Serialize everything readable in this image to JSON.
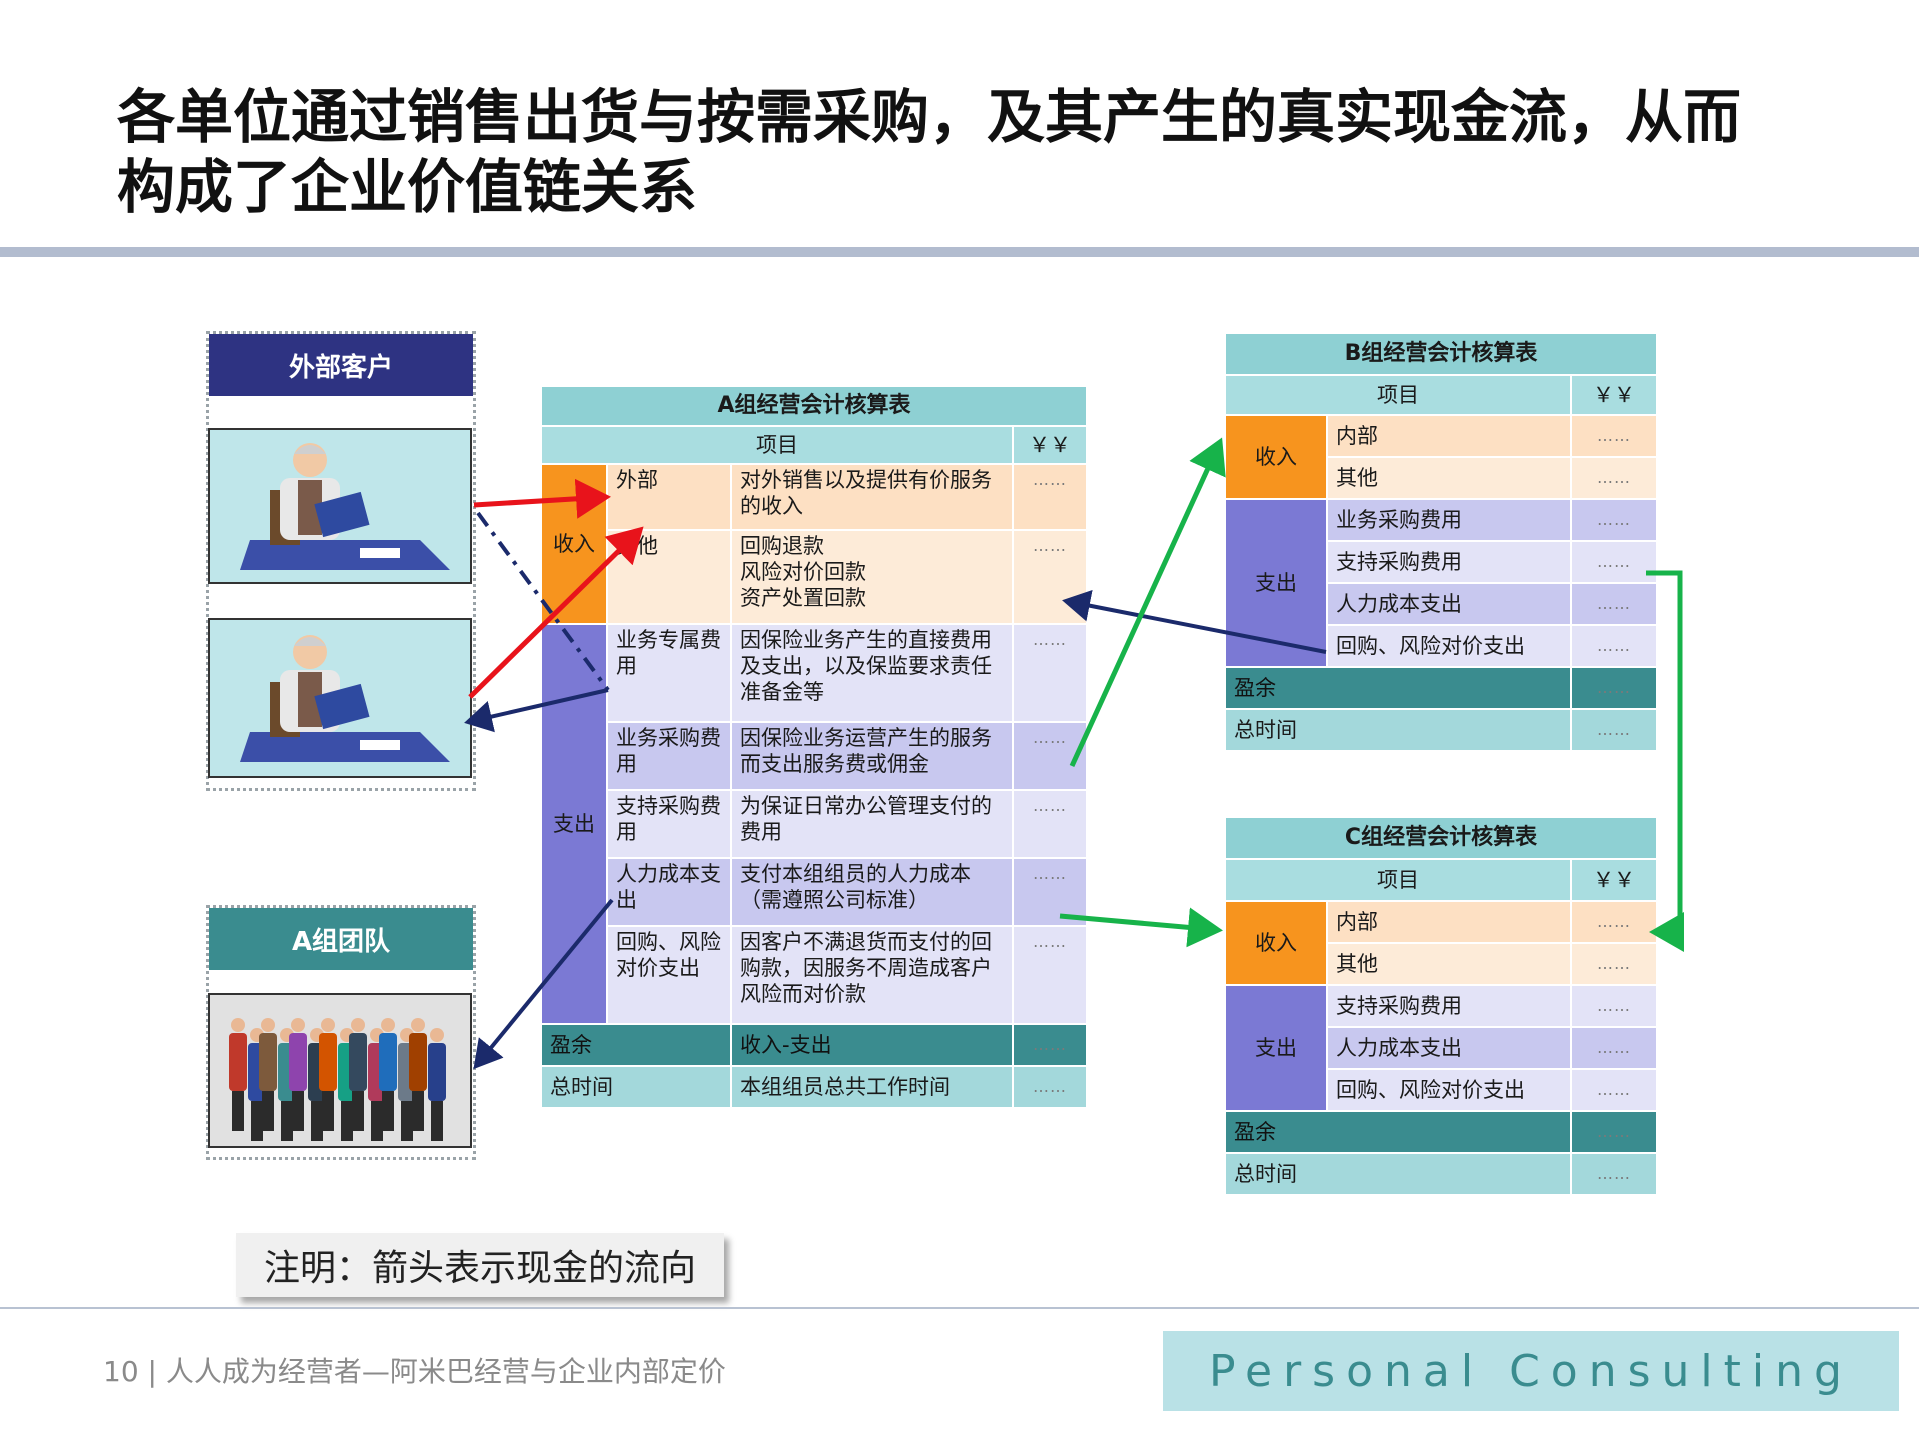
{
  "title": {
    "line1": "各单位通过销售出货与按需采购，及其产生的真实现金流，从而",
    "line2": "构成了企业价值链关系"
  },
  "left": {
    "customer_label": "外部客户",
    "team_label": "A组团队"
  },
  "tableA": {
    "title": "A组经营会计核算表",
    "col_item": "项目",
    "col_yen": "￥￥",
    "cat_income": "收入",
    "cat_expense": "支出",
    "rows": [
      {
        "sub": "外部",
        "desc": "对外销售以及提供有价服务的收入",
        "val": "……"
      },
      {
        "sub": "其他",
        "desc": "回购退款\n风险对价回款\n资产处置回款",
        "val": "……"
      },
      {
        "sub": "业务专属费用",
        "desc": "因保险业务产生的直接费用及支出，以及保监要求责任准备金等",
        "val": "……"
      },
      {
        "sub": "业务采购费用",
        "desc": "因保险业务运营产生的服务而支出服务费或佣金",
        "val": "……"
      },
      {
        "sub": "支持采购费用",
        "desc": "为保证日常办公管理支付的费用",
        "val": "……"
      },
      {
        "sub": "人力成本支出",
        "desc": "支付本组组员的人力成本（需遵照公司标准）",
        "val": "……"
      },
      {
        "sub": "回购、风险对价支出",
        "desc": "因客户不满退货而支付的回购款，因服务不周造成客户风险而对价款",
        "val": "……"
      }
    ],
    "surplus_label": "盈余",
    "surplus_desc": "收入-支出",
    "surplus_val": "……",
    "time_label": "总时间",
    "time_desc": "本组组员总共工作时间",
    "time_val": "……"
  },
  "tableB": {
    "title": "B组经营会计核算表",
    "col_item": "项目",
    "col_yen": "￥￥",
    "cat_income": "收入",
    "cat_expense": "支出",
    "income": [
      {
        "label": "内部",
        "val": "……"
      },
      {
        "label": "其他",
        "val": "……"
      }
    ],
    "expense": [
      {
        "label": "业务采购费用",
        "val": "……"
      },
      {
        "label": "支持采购费用",
        "val": "……"
      },
      {
        "label": "人力成本支出",
        "val": "……"
      },
      {
        "label": "回购、风险对价支出",
        "val": "……"
      }
    ],
    "surplus_label": "盈余",
    "surplus_val": "……",
    "time_label": "总时间",
    "time_val": "……"
  },
  "tableC": {
    "title": "C组经营会计核算表",
    "col_item": "项目",
    "col_yen": "￥￥",
    "cat_income": "收入",
    "cat_expense": "支出",
    "income": [
      {
        "label": "内部",
        "val": "……"
      },
      {
        "label": "其他",
        "val": "……"
      }
    ],
    "expense": [
      {
        "label": "支持采购费用",
        "val": "……"
      },
      {
        "label": "人力成本支出",
        "val": "……"
      },
      {
        "label": "回购、风险对价支出",
        "val": "……"
      }
    ],
    "surplus_label": "盈余",
    "surplus_val": "……",
    "time_label": "总时间",
    "time_val": "……"
  },
  "note": "注明：箭头表示现金的流向",
  "footer": {
    "text": "10 | 人人成为经营者—阿米巴经营与企业内部定价",
    "brand": "Personal Consulting"
  },
  "colors": {
    "arrow_red": "#e8131b",
    "arrow_green": "#17b34a",
    "arrow_navy": "#1b2a6b",
    "income_orange": "#f7941e",
    "expense_purple": "#7b79d4",
    "header_teal": "#8ed0d3",
    "surplus_teal": "#3a8c8f"
  }
}
